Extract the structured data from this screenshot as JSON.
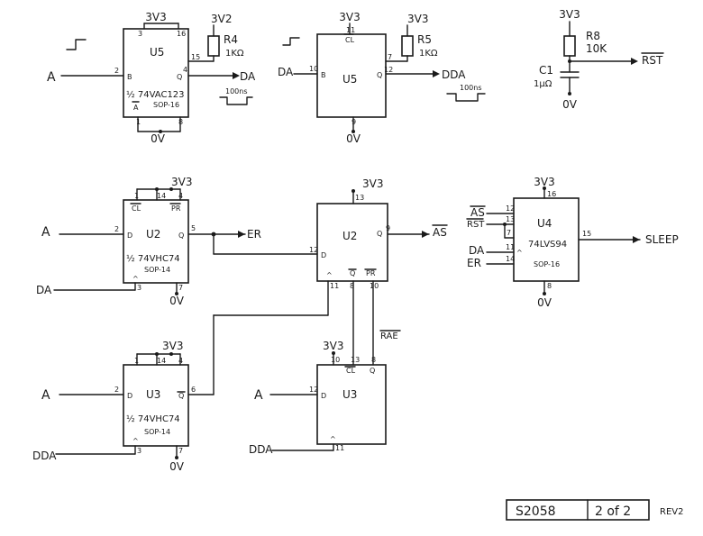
{
  "power": {
    "v33": "3V3",
    "v32": "3V2",
    "gnd": "0V"
  },
  "signals": {
    "a": "A",
    "da": "DA",
    "dda": "DDA",
    "er": "ER",
    "as": "AS",
    "rst": "RST",
    "sleep": "SLEEP",
    "rae": "RAE"
  },
  "parts": {
    "u5": "U5",
    "u2": "U2",
    "u3": "U3",
    "u4": "U4",
    "r4": "R4",
    "r4_val": "1KΩ",
    "r5": "R5",
    "r5_val": "1KΩ",
    "r8": "R8",
    "r8_val": "10K",
    "c1": "C1",
    "c1_val": "1μΩ"
  },
  "chips": {
    "u5_type": "½ 74VAC123",
    "u5_pkg": "SOP-16",
    "u2_type": "½ 74VHC74",
    "u2_pkg": "SOP-14",
    "u3_type": "½ 74VHC74",
    "u3_pkg": "SOP-14",
    "u4_type": "74LVS94",
    "u4_pkg": "SOP-16"
  },
  "pin_names": {
    "b": "B",
    "q": "Q",
    "qbar": "Q",
    "abar": "A",
    "cl": "CL",
    "d": "D",
    "pr": "PR",
    "clk": "^"
  },
  "pins": {
    "u5a": {
      "vcc": "16",
      "cl": "3",
      "b": "2",
      "q": "4",
      "rc": "15",
      "abar": "1",
      "gnd": "8"
    },
    "u5b": {
      "cl": "11",
      "b": "10",
      "q": "12",
      "rc": "7",
      "gnd": "9"
    },
    "u2a": {
      "p1": "1",
      "p14": "14",
      "p4": "4",
      "d": "2",
      "q": "5",
      "clk": "3",
      "gnd": "7"
    },
    "u2b": {
      "vcc": "13",
      "d": "12",
      "q": "9",
      "p11": "11",
      "p8": "8",
      "p10": "10"
    },
    "u3a": {
      "p1": "1",
      "p14": "14",
      "p4": "4",
      "d": "2",
      "qbar": "6",
      "clk": "3",
      "gnd": "7"
    },
    "u3b": {
      "p10": "10",
      "p13": "13",
      "p8": "8",
      "d": "12",
      "clk": "11"
    },
    "u4": {
      "vcc": "16",
      "p12": "12",
      "p13": "13",
      "p7": "7",
      "p11": "11",
      "p14": "14",
      "p15": "15",
      "gnd": "8"
    }
  },
  "pulse": {
    "width": "100ns"
  },
  "titleblock": {
    "doc": "S2058",
    "sheet": "2 of 2",
    "rev": "REV2"
  }
}
